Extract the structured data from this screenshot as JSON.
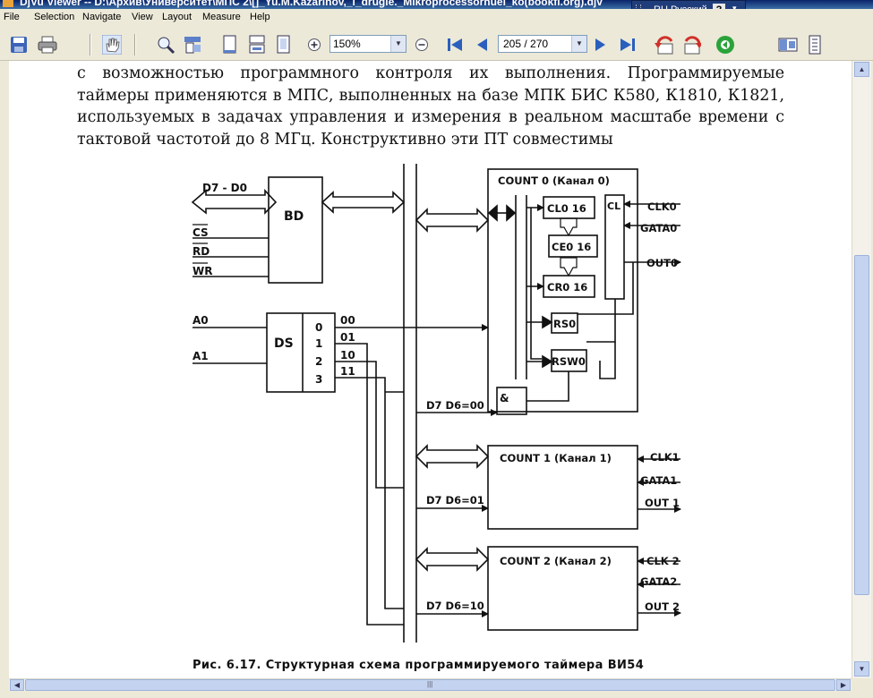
{
  "window": {
    "title": "DjVu Viewer -- D:\\Архив\\Университет\\МПС 2\\[]_Yu.M.Kazarinov,_i_drugie._Mikroprocessornuei_ko(bookfi.org).djv"
  },
  "language_bar": {
    "language": "RU Русский",
    "help": "?"
  },
  "menu": {
    "file": "File",
    "selection": "Selection",
    "navigate": "Navigate",
    "view": "View",
    "layout": "Layout",
    "measure": "Measure",
    "help": "Help"
  },
  "toolbar": {
    "zoom_value": "150%",
    "page_value": "205 / 270"
  },
  "document": {
    "paragraph": "с возможностью программного контроля их выполнения. Программируемые таймеры применяются в МПС, выполненных на базе МПК БИС К580, К1810, К1821, используемых в задачах управления и измерения в реальном масштабе времени с тактовой частотой до 8 МГц. Конструктивно эти ПТ совместимы",
    "caption": "Рис. 6.17. Структурная схема программируемого таймера ВИ54"
  },
  "diagram": {
    "bd": "BD",
    "ds": "DS",
    "d7d0": "D7 - D0",
    "cs": "CS",
    "rd": "RD",
    "wr": "WR",
    "a0": "A0",
    "a1": "A1",
    "ds_outputs": [
      "0",
      "1",
      "2",
      "3"
    ],
    "ds_codes": [
      "00",
      "01",
      "10",
      "11"
    ],
    "count0": "COUNT 0 (Канал 0)",
    "count1": "COUNT 1 (Канал 1)",
    "count2": "COUNT 2 (Канал 2)",
    "cl": "CL",
    "clo16": "CL0 16",
    "ceo16": "CE0 16",
    "cro16": "CR0 16",
    "rso": "RS0",
    "rswo": "RSW0",
    "and_gate": "&",
    "d7d6_00": "D7 D6=00",
    "d7d6_01": "D7 D6=01",
    "d7d6_10": "D7 D6=10",
    "clk0": "CLK0",
    "gata0": "GATA0",
    "out0": "OUT0",
    "clk1": "CLK1",
    "gata1": "GATA1",
    "out1": "OUT 1",
    "clk2": "CLK 2",
    "gata2": "GATA2",
    "out2": "OUT 2"
  },
  "colors": {
    "title_bar": "#0a246a",
    "chrome": "#ece9d8",
    "toolbar_blue": "#2a5fbd",
    "back_red": "#d0302a",
    "go_green": "#2aa33a"
  }
}
